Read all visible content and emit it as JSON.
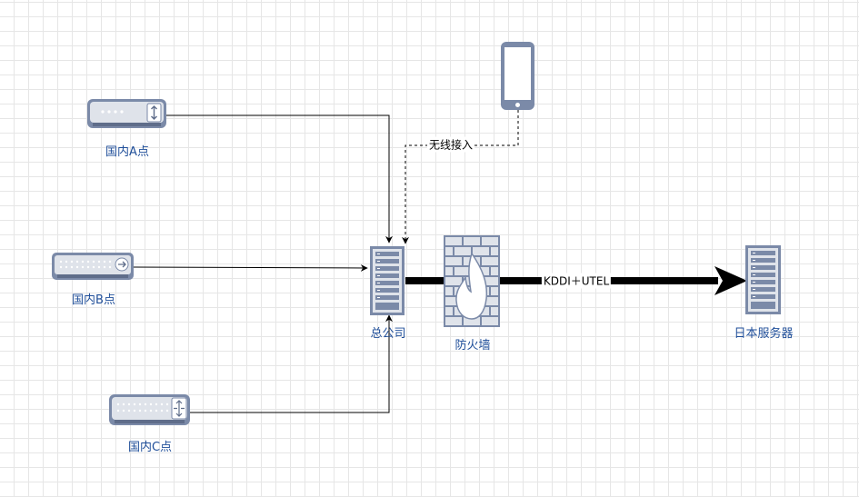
{
  "nodes": {
    "router_a": {
      "label": "国内A点",
      "icon": "router-icon"
    },
    "switch_b": {
      "label": "国内B点",
      "icon": "switch-icon"
    },
    "switch_c": {
      "label": "国内C点",
      "icon": "switch-icon"
    },
    "hq": {
      "label": "总公司",
      "icon": "server-rack-icon"
    },
    "firewall": {
      "label": "防火墙",
      "icon": "firewall-icon"
    },
    "japan_server": {
      "label": "日本服务器",
      "icon": "server-rack-icon"
    },
    "phone": {
      "label": "",
      "icon": "mobile-phone-icon"
    }
  },
  "edges": {
    "wireless": {
      "label": "无线接入",
      "style": "dashed"
    },
    "wan": {
      "label": "KDDI＋UTEL",
      "style": "thick"
    }
  },
  "colors": {
    "icon_fill": "#d7dbe3",
    "icon_stroke": "#7b8aa8",
    "label_text": "#1f4e99",
    "edge": "#000000"
  }
}
